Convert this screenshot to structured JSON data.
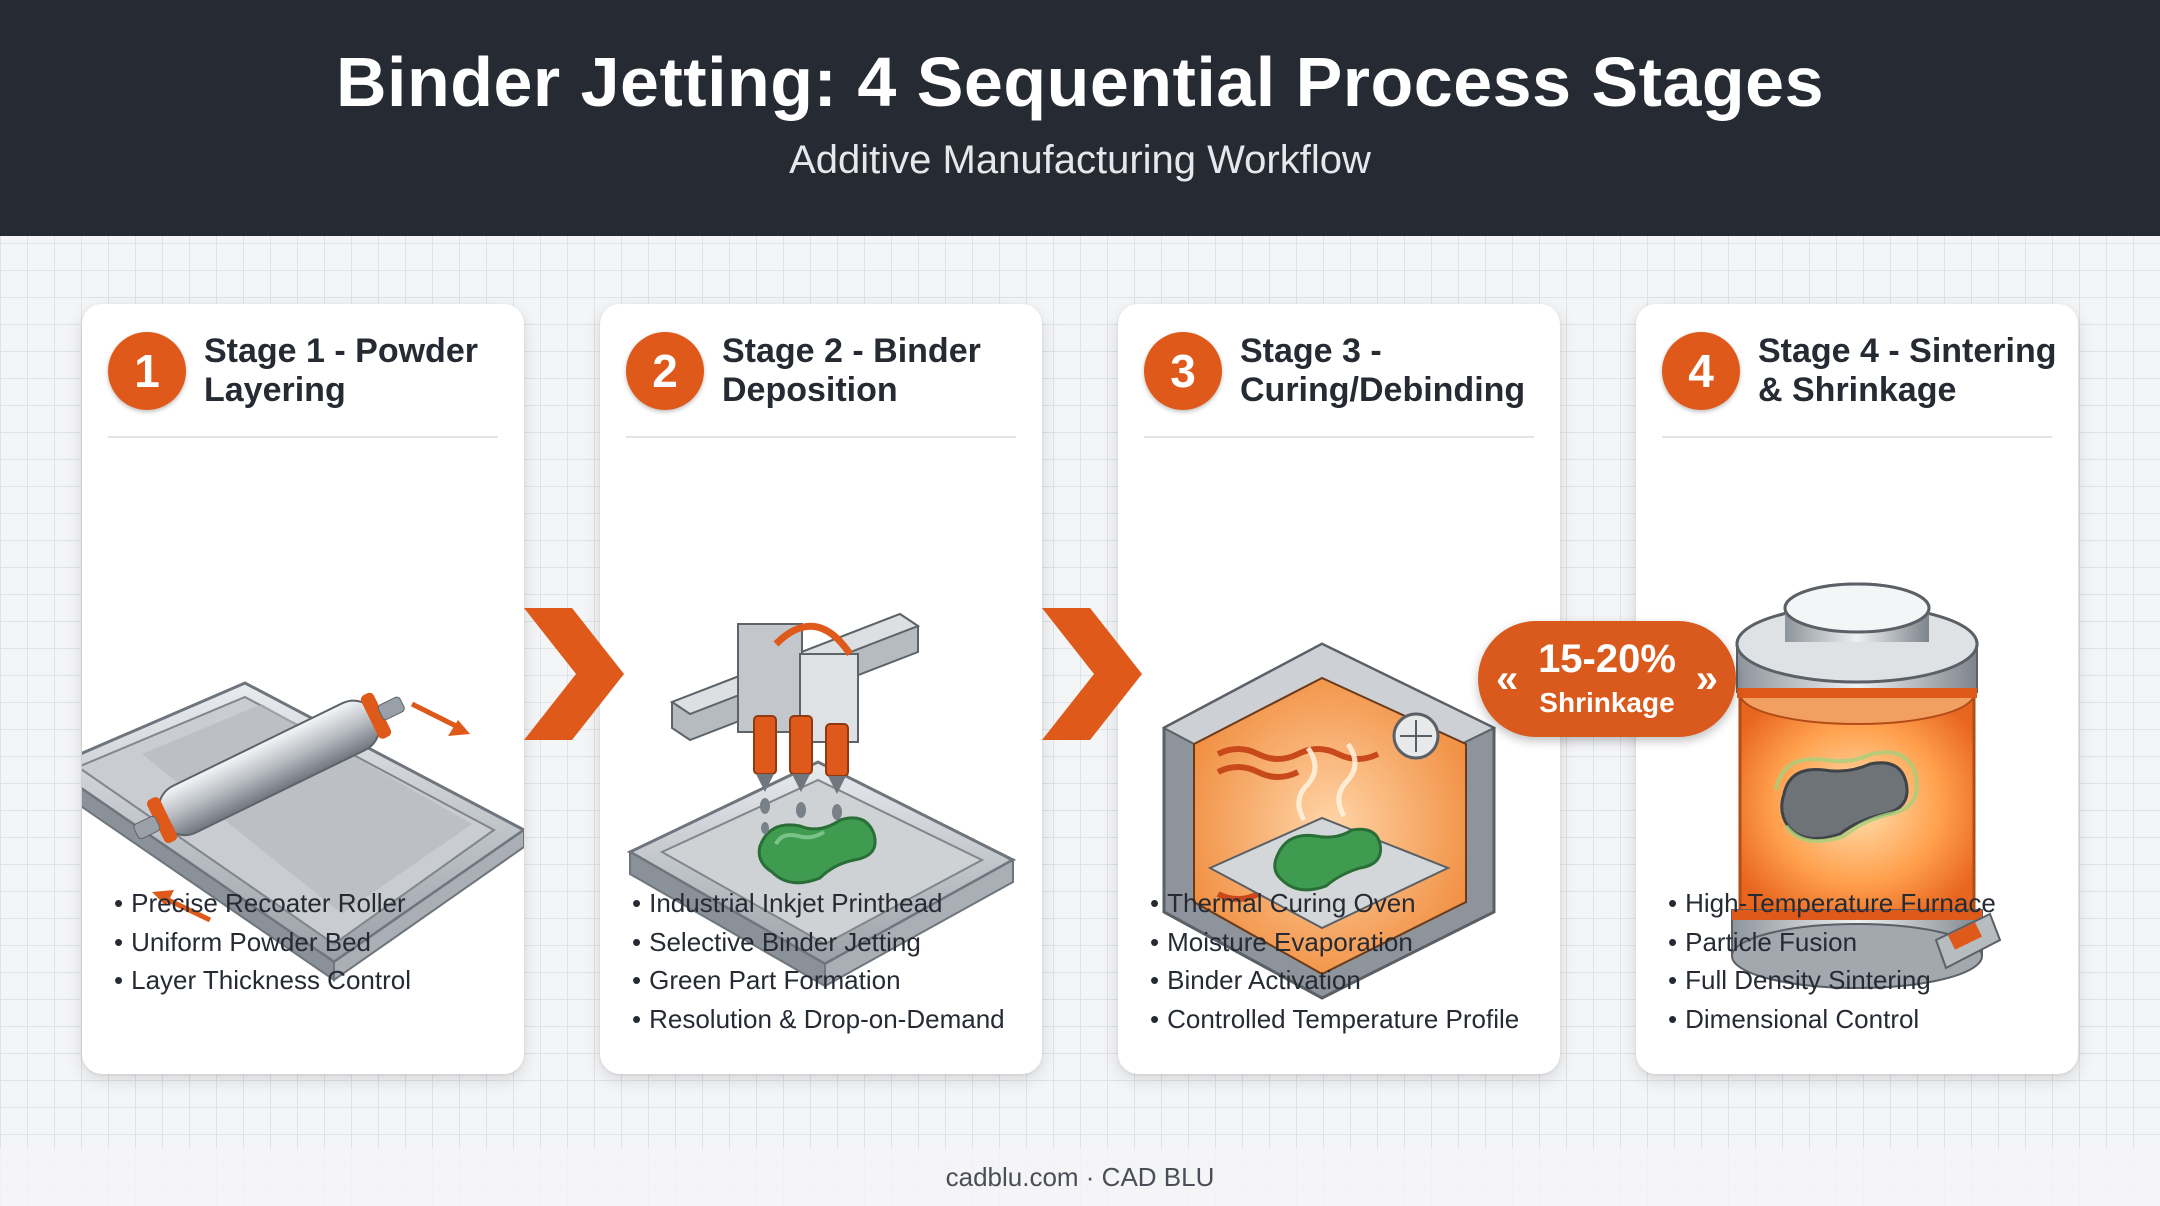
{
  "header": {
    "title": "Binder Jetting: 4 Sequential Process Stages",
    "subtitle": "Additive Manufacturing Workflow"
  },
  "accent_color": "#df5a1a",
  "stages": [
    {
      "number": "1",
      "title": "Stage 1 - Powder Layering",
      "illustration": "powder-recoater-icon",
      "bullets": [
        "Precise Recoater Roller",
        "Uniform Powder Bed",
        "Layer Thickness Control"
      ]
    },
    {
      "number": "2",
      "title": "Stage 2 - Binder Deposition",
      "illustration": "inkjet-printhead-icon",
      "bullets": [
        "Industrial Inkjet Printhead",
        "Selective Binder Jetting",
        "Green Part Formation",
        "Resolution & Drop-on-Demand"
      ]
    },
    {
      "number": "3",
      "title": "Stage 3 - Curing/Debinding",
      "illustration": "curing-oven-icon",
      "bullets": [
        "Thermal Curing Oven",
        "Moisture Evaporation",
        "Binder Activation",
        "Controlled Temperature Profile"
      ]
    },
    {
      "number": "4",
      "title": "Stage 4 - Sintering & Shrinkage",
      "illustration": "sintering-furnace-icon",
      "bullets": [
        "High-Temperature Furnace",
        "Particle Fusion",
        "Full Density Sintering",
        "Dimensional Control"
      ]
    }
  ],
  "shrinkage": {
    "value": "15-20%",
    "label": "Shrinkage"
  },
  "footer": "cadblu.com · CAD BLU"
}
